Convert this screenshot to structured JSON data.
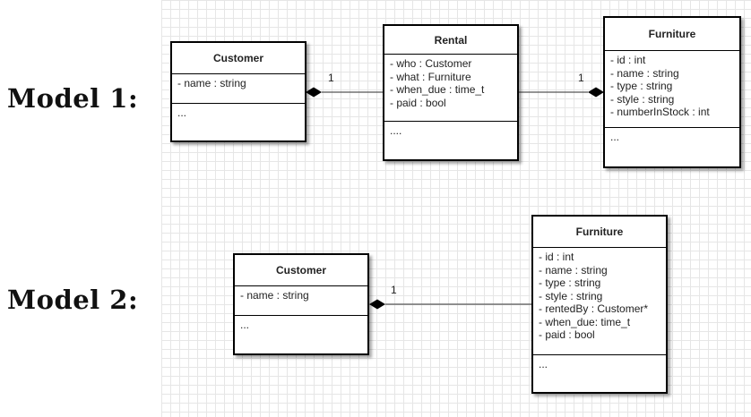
{
  "models": [
    {
      "label": "Model 1:",
      "classes": {
        "customer": {
          "name": "Customer",
          "attributes": [
            "- name : string"
          ],
          "operations": "..."
        },
        "rental": {
          "name": "Rental",
          "attributes": [
            "- who : Customer",
            "- what : Furniture",
            "- when_due : time_t",
            "- paid : bool"
          ],
          "operations": "...."
        },
        "furniture": {
          "name": "Furniture",
          "attributes": [
            "- id : int",
            "- name : string",
            "- type : string",
            "- style : string",
            "- numberInStock : int"
          ],
          "operations": "..."
        }
      },
      "associations": [
        {
          "from": "Rental",
          "to": "Customer",
          "multiplicity": "1",
          "kind": "composition"
        },
        {
          "from": "Rental",
          "to": "Furniture",
          "multiplicity": "1",
          "kind": "composition"
        }
      ]
    },
    {
      "label": "Model 2:",
      "classes": {
        "customer": {
          "name": "Customer",
          "attributes": [
            "- name : string"
          ],
          "operations": "..."
        },
        "furniture": {
          "name": "Furniture",
          "attributes": [
            "- id : int",
            "- name : string",
            "- type : string",
            "- style : string",
            "- rentedBy : Customer*",
            "- when_due:  time_t",
            "- paid : bool"
          ],
          "operations": "..."
        }
      },
      "associations": [
        {
          "from": "Furniture",
          "to": "Customer",
          "multiplicity": "1",
          "kind": "composition"
        }
      ]
    }
  ]
}
